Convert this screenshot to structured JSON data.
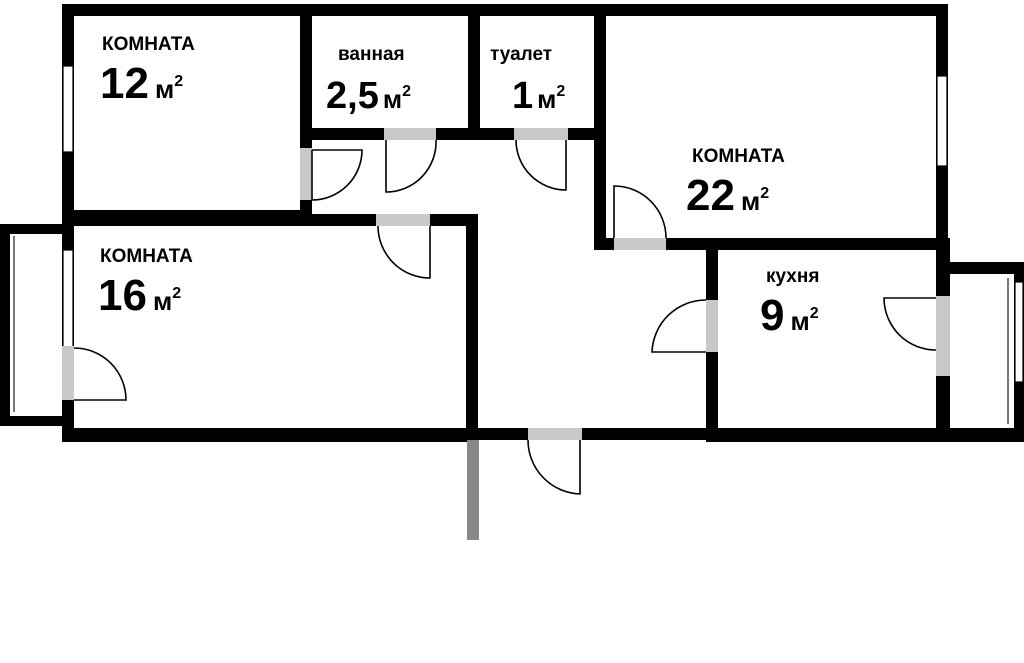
{
  "rooms": {
    "room_a": {
      "name": "КОМНАТА",
      "area": "12",
      "unit": "м"
    },
    "bath": {
      "name": "ванная",
      "area": "2,5",
      "unit": "м"
    },
    "toilet": {
      "name": "туалет",
      "area": "1",
      "unit": "м"
    },
    "room_b": {
      "name": "КОМНАТА",
      "area": "22",
      "unit": "м"
    },
    "room_c": {
      "name": "КОМНАТА",
      "area": "16",
      "unit": "м"
    },
    "kitchen": {
      "name": "кухня",
      "area": "9",
      "unit": "м"
    }
  },
  "unit_power": "2",
  "colors": {
    "wall": "#000000",
    "opening": "#c8c8c8",
    "background": "#ffffff"
  }
}
